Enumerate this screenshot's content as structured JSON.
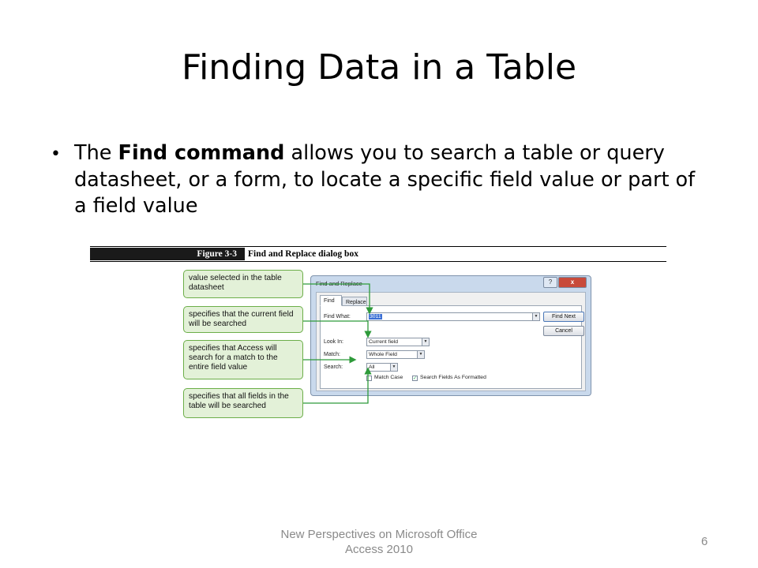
{
  "slide": {
    "title": "Finding Data in a Table",
    "bullet_bold": "Find command",
    "bullet_pre": "The ",
    "bullet_post": " allows you to search a table or query datasheet, or a form, to locate a specific field value or part of a field value"
  },
  "figure": {
    "label": "Figure 3-3",
    "caption": "Find and Replace dialog box",
    "callouts": [
      "value selected in the table datasheet",
      "specifies that the current field will be searched",
      "specifies that Access will search for a match to the entire field value",
      "specifies that all fields in the table will be searched"
    ],
    "dialog": {
      "title": "Find and Replace",
      "help_glyph": "?",
      "close_glyph": "x",
      "tabs": [
        "Find",
        "Replace"
      ],
      "find_what_label": "Find What:",
      "find_what_value": "3011",
      "look_in_label": "Look In:",
      "look_in_value": "Current field",
      "match_label": "Match:",
      "match_value": "Whole Field",
      "search_label": "Search:",
      "search_value": "All",
      "find_next_label": "Find Next",
      "cancel_label": "Cancel",
      "match_case_label": "Match Case",
      "search_formatted_label": "Search Fields As Formatted",
      "match_case_checked": false,
      "search_formatted_checked": true
    }
  },
  "footer": {
    "line1": "New Perspectives on Microsoft Office",
    "line2": "Access 2010",
    "page_number": "6"
  },
  "colors": {
    "callout_fill": "#e3f1d8",
    "callout_border": "#6cae49",
    "connector": "#2e9a3a",
    "dialog_frame": "#c9d9ec"
  }
}
